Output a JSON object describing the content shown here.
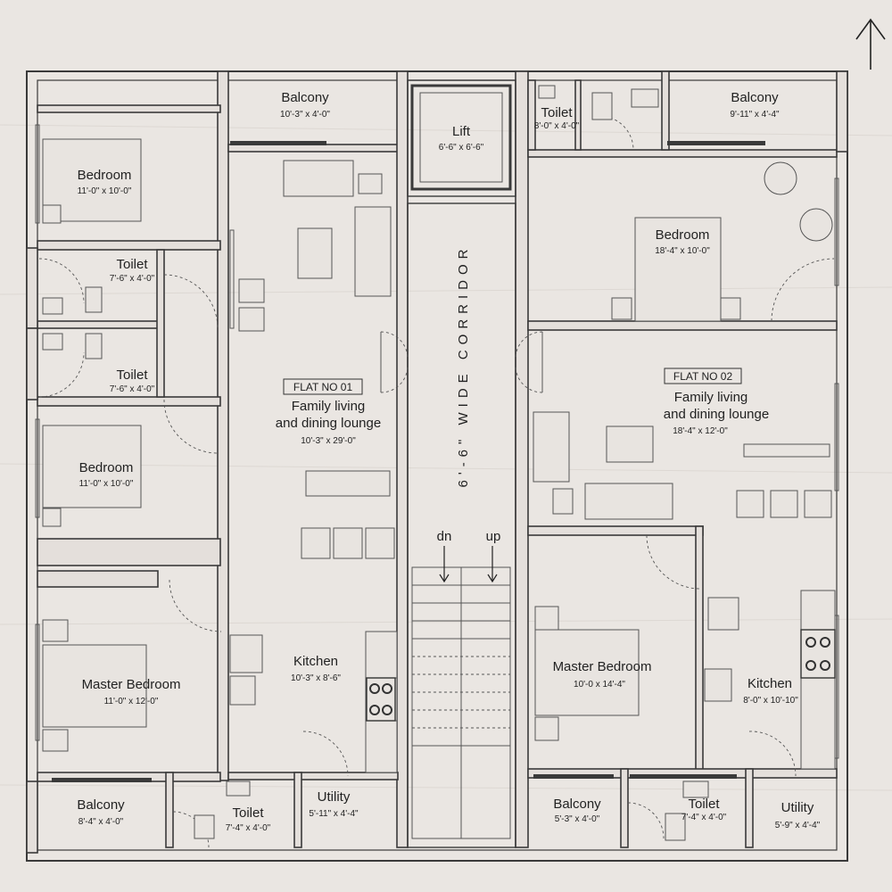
{
  "compass": {
    "icon": "north-arrow-icon"
  },
  "flats": [
    {
      "tag": "FLAT NO 01",
      "living_name_1": "Family living",
      "living_name_2": "and dining lounge",
      "living_dim": "10'-3\" x 29'-0\""
    },
    {
      "tag": "FLAT NO 02",
      "living_name_1": "Family living",
      "living_name_2": "and dining lounge",
      "living_dim": "18'-4\" x 12'-0\""
    }
  ],
  "corridor": {
    "label": "6'-6\" WIDE CORRIDOR",
    "stair_down": "dn",
    "stair_up": "up"
  },
  "lift": {
    "name": "Lift",
    "dim": "6'-6\" x 6'-6\""
  },
  "rooms": {
    "f1_balcony_top": {
      "name": "Balcony",
      "dim": "10'-3\" x 4'-0\""
    },
    "f1_bedroom_top": {
      "name": "Bedroom",
      "dim": "11'-0\" x 10'-0\""
    },
    "f1_toilet_a": {
      "name": "Toilet",
      "dim": "7'-6\" x 4'-0\""
    },
    "f1_toilet_b": {
      "name": "Toilet",
      "dim": "7'-6\" x 4'-0\""
    },
    "f1_bedroom_mid": {
      "name": "Bedroom",
      "dim": "11'-0\" x 10'-0\""
    },
    "f1_master": {
      "name": "Master Bedroom",
      "dim": "11'-0\" x 12'-0\""
    },
    "f1_kitchen": {
      "name": "Kitchen",
      "dim": "10'-3\" x 8'-6\""
    },
    "f1_balcony_bottom": {
      "name": "Balcony",
      "dim": "8'-4\" x 4'-0\""
    },
    "f1_toilet_bottom": {
      "name": "Toilet",
      "dim": "7'-4\" x 4'-0\""
    },
    "f1_utility": {
      "name": "Utility",
      "dim": "5'-11\" x 4'-4\""
    },
    "f2_toilet_top": {
      "name": "Toilet",
      "dim": "8'-0\" x 4'-0\""
    },
    "f2_balcony_top": {
      "name": "Balcony",
      "dim": "9'-11\" x 4'-4\""
    },
    "f2_bedroom": {
      "name": "Bedroom",
      "dim": "18'-4\" x 10'-0\""
    },
    "f2_master": {
      "name": "Master Bedroom",
      "dim": "10'-0 x 14'-4\""
    },
    "f2_kitchen": {
      "name": "Kitchen",
      "dim": "8'-0\" x 10'-10\""
    },
    "f2_balcony_bottom": {
      "name": "Balcony",
      "dim": "5'-3\" x 4'-0\""
    },
    "f2_toilet_bottom": {
      "name": "Toilet",
      "dim": "7'-4\" x 4'-0\""
    },
    "f2_utility": {
      "name": "Utility",
      "dim": "5'-9\" x 4'-4\""
    }
  }
}
